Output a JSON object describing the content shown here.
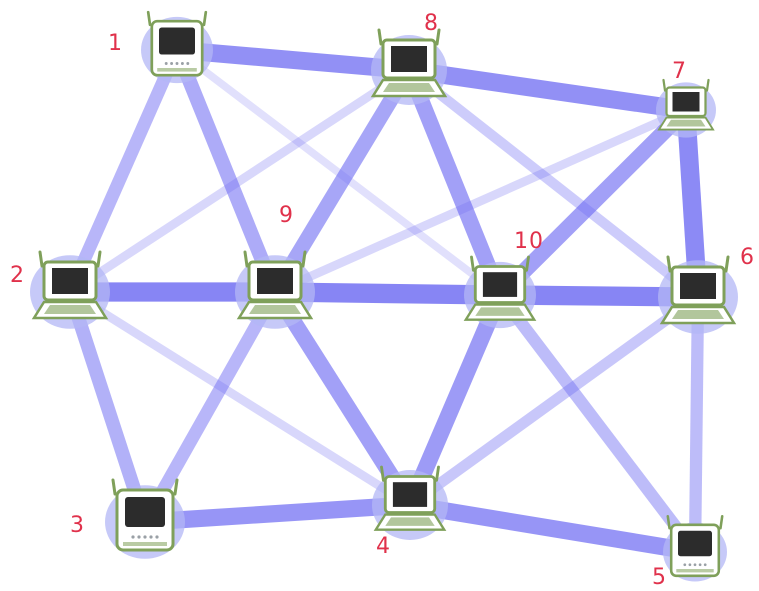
{
  "diagram": {
    "type": "mesh-network",
    "colors": {
      "link": "#6f6cf2",
      "halo": "#b3b7f5",
      "label": "#e0314b",
      "laptop_frame": "#7fa05a",
      "laptop_screen": "#2c2c2c",
      "laptop_body": "#ffffff"
    },
    "nodes": [
      {
        "id": "1",
        "label": "1",
        "kind": "closed"
      },
      {
        "id": "8",
        "label": "8",
        "kind": "open"
      },
      {
        "id": "7",
        "label": "7",
        "kind": "open-small"
      },
      {
        "id": "2",
        "label": "2",
        "kind": "open"
      },
      {
        "id": "9",
        "label": "9",
        "kind": "open"
      },
      {
        "id": "10",
        "label": "10",
        "kind": "open"
      },
      {
        "id": "6",
        "label": "6",
        "kind": "open"
      },
      {
        "id": "3",
        "label": "3",
        "kind": "closed"
      },
      {
        "id": "4",
        "label": "4",
        "kind": "open"
      },
      {
        "id": "5",
        "label": "5",
        "kind": "closed"
      }
    ],
    "links": [
      {
        "from": "1",
        "to": "8",
        "strength": 0.85
      },
      {
        "from": "8",
        "to": "7",
        "strength": 0.85
      },
      {
        "from": "1",
        "to": "2",
        "strength": 0.5
      },
      {
        "from": "1",
        "to": "9",
        "strength": 0.6
      },
      {
        "from": "1",
        "to": "10",
        "strength": 0.12
      },
      {
        "from": "8",
        "to": "9",
        "strength": 0.65
      },
      {
        "from": "8",
        "to": "10",
        "strength": 0.7
      },
      {
        "from": "8",
        "to": "2",
        "strength": 0.2
      },
      {
        "from": "8",
        "to": "6",
        "strength": 0.3
      },
      {
        "from": "7",
        "to": "6",
        "strength": 0.9
      },
      {
        "from": "7",
        "to": "10",
        "strength": 0.7
      },
      {
        "from": "7",
        "to": "9",
        "strength": 0.2
      },
      {
        "from": "2",
        "to": "9",
        "strength": 0.95
      },
      {
        "from": "9",
        "to": "10",
        "strength": 0.95
      },
      {
        "from": "10",
        "to": "6",
        "strength": 0.95
      },
      {
        "from": "2",
        "to": "3",
        "strength": 0.55
      },
      {
        "from": "2",
        "to": "4",
        "strength": 0.2
      },
      {
        "from": "9",
        "to": "3",
        "strength": 0.5
      },
      {
        "from": "9",
        "to": "4",
        "strength": 0.7
      },
      {
        "from": "10",
        "to": "4",
        "strength": 0.75
      },
      {
        "from": "10",
        "to": "5",
        "strength": 0.45
      },
      {
        "from": "6",
        "to": "4",
        "strength": 0.35
      },
      {
        "from": "6",
        "to": "5",
        "strength": 0.45
      },
      {
        "from": "3",
        "to": "4",
        "strength": 0.8
      },
      {
        "from": "4",
        "to": "5",
        "strength": 0.8
      }
    ]
  }
}
